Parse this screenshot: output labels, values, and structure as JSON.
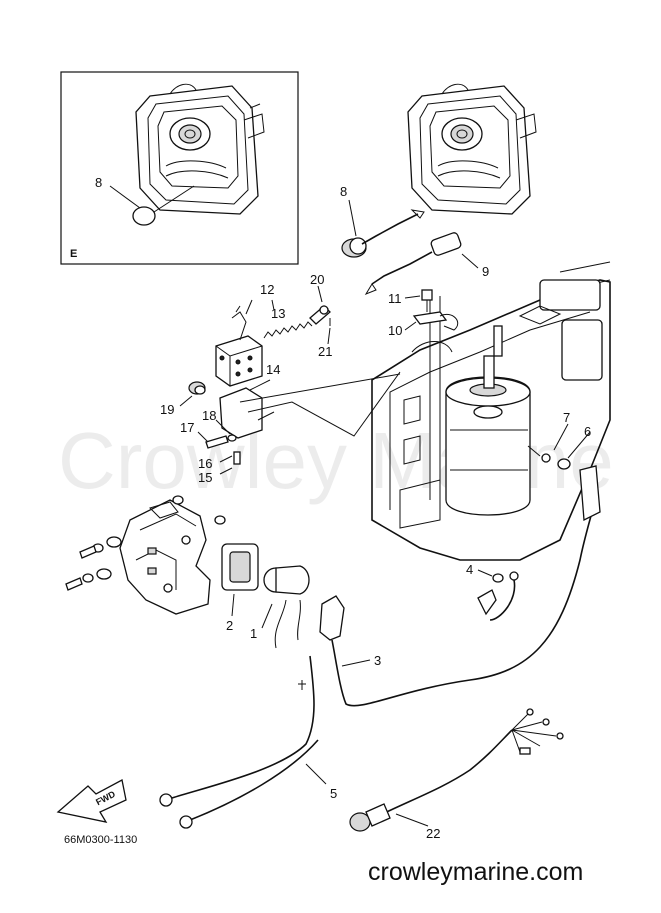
{
  "diagram": {
    "inset_view_label": "E",
    "part_code": "66M0300-1130",
    "watermark": "Crowley Marine",
    "footer_url": "crowleymarine.com",
    "fwd_label": "FWD",
    "callouts": {
      "c1": "1",
      "c2": "2",
      "c3": "3",
      "c4": "4",
      "c5": "5",
      "c6": "6",
      "c7": "7",
      "c8_inset": "8",
      "c8_main": "8",
      "c9": "9",
      "c10": "10",
      "c11": "11",
      "c12": "12",
      "c13": "13",
      "c14": "14",
      "c15": "15",
      "c16": "16",
      "c17": "17",
      "c18": "18",
      "c19": "19",
      "c20": "20",
      "c21": "21",
      "c22": "22"
    }
  }
}
